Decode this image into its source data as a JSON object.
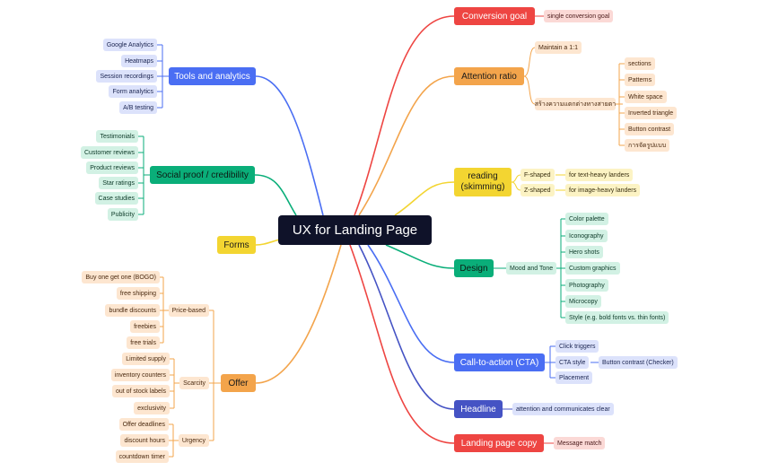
{
  "root": {
    "label": "UX for Landing Page"
  },
  "right": {
    "conversion_goal": {
      "label": "Conversion goal",
      "child": "single conversion goal"
    },
    "attention_ratio": {
      "label": "Attention ratio",
      "maintain": "Maintain a 1:1",
      "contrast": "สร้างความแตกต่างทางสายตา",
      "contrast_items": [
        "sections",
        "Patterns",
        "White space",
        "Inverted triangle",
        "Button contrast",
        "การจัดรูปแบบ"
      ]
    },
    "reading": {
      "label_line1": "reading",
      "label_line2": "(skimming)",
      "f_shaped": "F-shaped",
      "f_note": "for text-heavy landers",
      "z_shaped": "Z-shaped",
      "z_note": "for image-heavy landers"
    },
    "design": {
      "label": "Design",
      "mood": "Mood and Tone",
      "items": [
        "Color palette",
        "Iconography",
        "Hero shots",
        "Custom graphics",
        "Photography",
        "Microcopy",
        "Style (e.g. bold fonts vs. thin fonts)"
      ]
    },
    "cta": {
      "label": "Call-to-action (CTA)",
      "click": "Click triggers",
      "style": "CTA style",
      "button_contrast": "Button contrast (Checker)",
      "placement": "Placement"
    },
    "headline": {
      "label": "Headline",
      "child": "attention and communicates clear"
    },
    "landing_copy": {
      "label": "Landing page copy",
      "child": "Message match"
    }
  },
  "left": {
    "tools": {
      "label": "Tools and analytics",
      "items": [
        "Google Analytics",
        "Heatmaps",
        "Session recordings",
        "Form analytics",
        "A/B testing"
      ]
    },
    "social": {
      "label": "Social proof / credibility",
      "items": [
        "Testimonials",
        "Customer reviews",
        "Product reviews",
        "Star ratings",
        "Case studies",
        "Publicity"
      ]
    },
    "forms": {
      "label": "Forms"
    },
    "offer": {
      "label": "Offer",
      "price_based": "Price-based",
      "price_items": [
        "Buy one get one (BOGO)",
        "free shipping",
        "bundle discounts",
        "freebies",
        "free trials"
      ],
      "scarcity": "Scarcity",
      "scarcity_items": [
        "Limited supply",
        "inventory counters",
        "out of stock labels",
        "exclusivity"
      ],
      "urgency": "Urgency",
      "urgency_items": [
        "Offer deadlines",
        "discount hours",
        "countdown timer"
      ]
    }
  },
  "colors": {
    "red": "#ee4542",
    "orange": "#f3a44b",
    "yellow": "#f3d531",
    "green": "#0aae79",
    "blue": "#4a6ef3",
    "indigo": "#4553c4",
    "root": "#0f1229"
  }
}
